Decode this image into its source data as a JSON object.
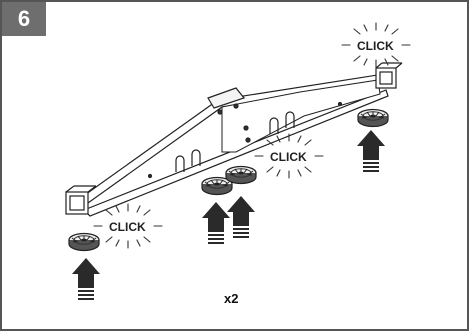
{
  "step": {
    "number": "6"
  },
  "callouts": {
    "click_1": "CLICK",
    "click_2": "CLICK",
    "click_3": "CLICK"
  },
  "quantity": {
    "label": "x2"
  },
  "icons": [
    "step-badge",
    "frame-assembly",
    "caster-wheel-icon",
    "up-arrow-icon",
    "click-burst-icon"
  ]
}
